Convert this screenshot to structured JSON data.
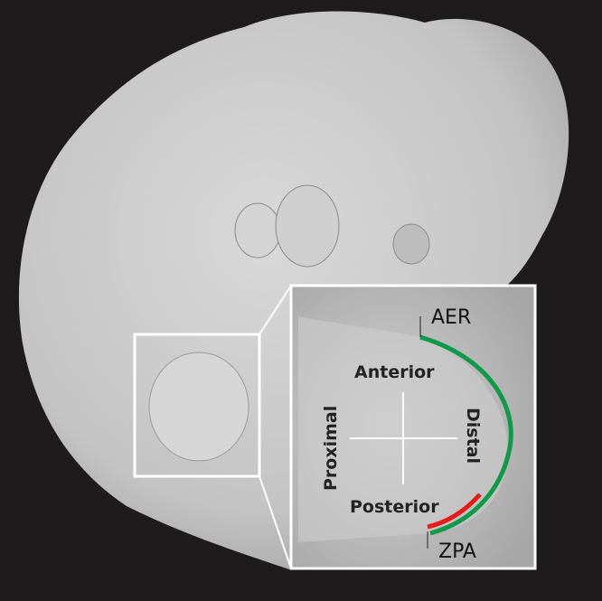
{
  "labels": {
    "aer": "AER",
    "zpa": "ZPA",
    "anterior": "Anterior",
    "posterior": "Posterior",
    "proximal": "Proximal",
    "distal": "Distal"
  },
  "colors": {
    "aer_line": "#0f9a48",
    "zpa_line": "#e81b1b",
    "background": "#1e1b1c",
    "tissue": "#c9c9c9"
  }
}
